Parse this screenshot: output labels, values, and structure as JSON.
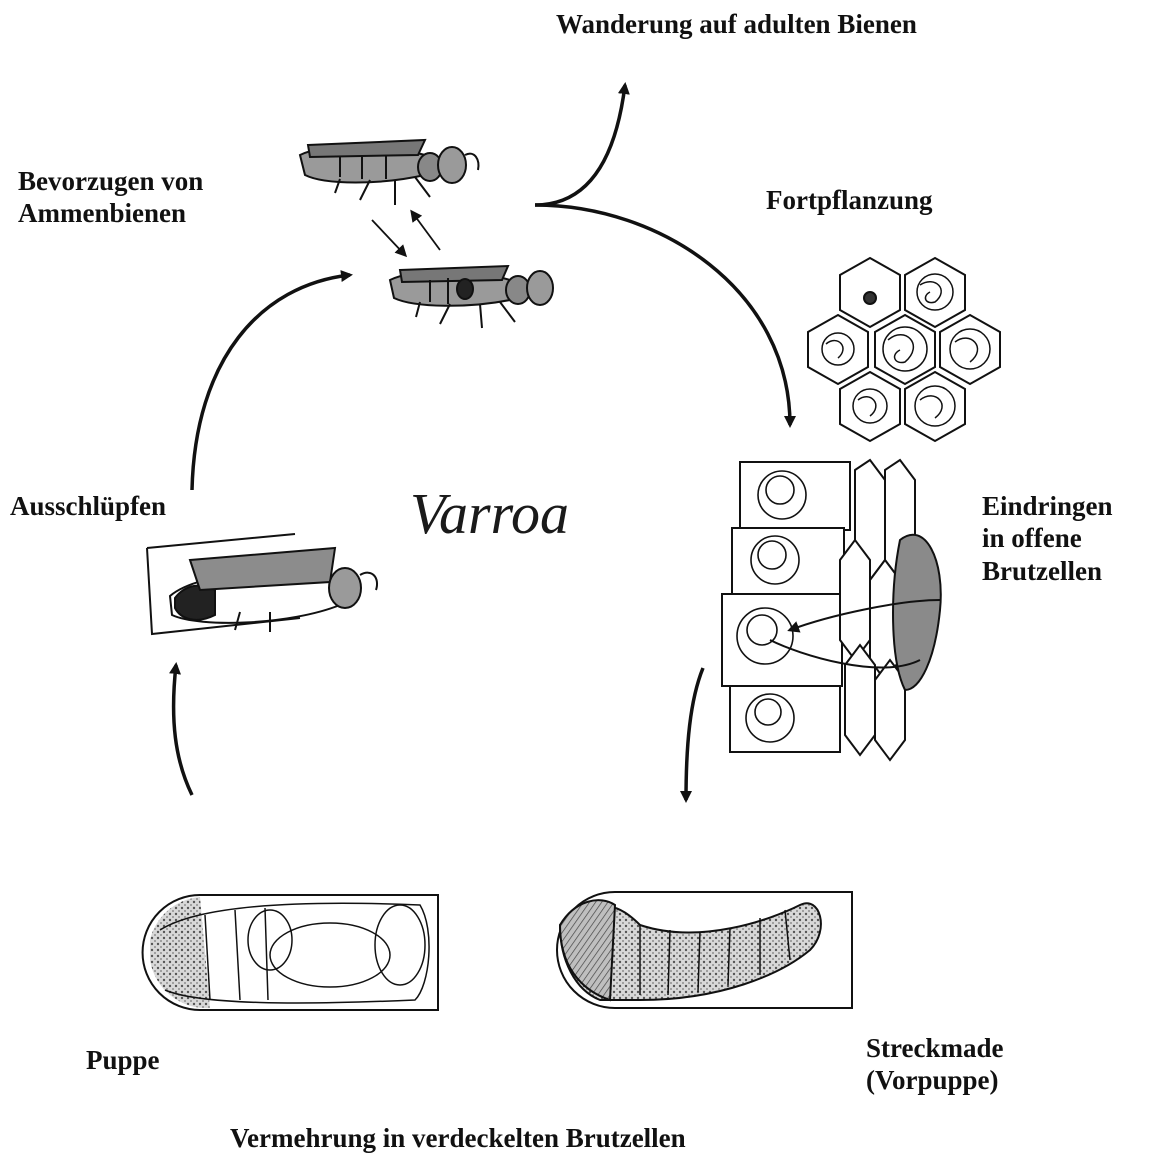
{
  "diagram": {
    "title": "Varroa",
    "labels": {
      "migration": "Wanderung auf adulten Bienen",
      "preference": "Bevorzugen von\nAmmenbienen",
      "reproduction": "Fortpflanzung",
      "hatching": "Ausschlüpfen",
      "invasion": "Eindringen\nin offene\nBrutzellen",
      "pupa": "Puppe",
      "prepupa": "Streckmade\n(Vorpuppe)",
      "capped_reproduction": "Vermehrung in verdeckelten Brutzellen"
    },
    "colors": {
      "ink": "#111111",
      "bee_body": "#9a9a9a",
      "bee_dark": "#444444",
      "cell_fill": "#ffffff"
    },
    "icons": [
      "bee",
      "honeycomb",
      "brood-cell",
      "larva",
      "pupa"
    ]
  }
}
